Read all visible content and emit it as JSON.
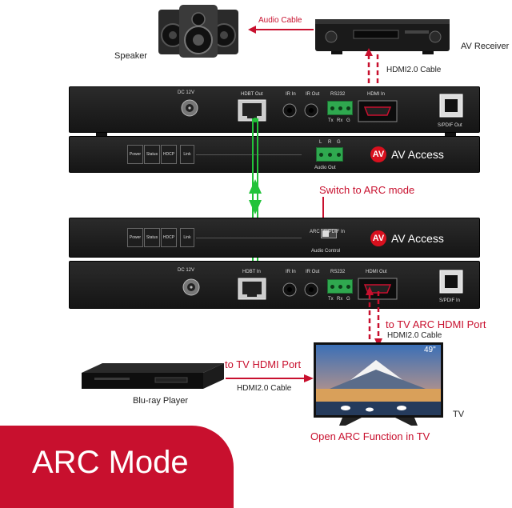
{
  "title": "ARC Mode",
  "devices": {
    "speaker": "Speaker",
    "av_receiver": "AV Receiver",
    "bluray": "Blu-ray Player",
    "tv": "TV",
    "tv_size": "49\""
  },
  "cables": {
    "audio_cable": "Audio Cable",
    "hdmi_top": "HDMI2.0 Cable",
    "hdmi_tv": "HDMI2.0 Cable",
    "hdmi_bluray": "HDMI2.0 Cable"
  },
  "annotations": {
    "switch_arc": "Switch to ARC mode",
    "to_tv_arc": "to TV ARC HDMI Port",
    "to_tv_hdmi": "to TV HDMI Port",
    "open_arc": "Open ARC Function in TV"
  },
  "transmitter_rear": {
    "dc": "DC 12V",
    "hdbt": "HDBT Out",
    "ir_in": "IR In",
    "ir_out": "IR Out",
    "rs232": "RS232",
    "rs232_pins": [
      "Tx",
      "Rx",
      "G"
    ],
    "hdmi": "HDMI In",
    "spdif": "S/PDIF Out"
  },
  "transmitter_front": {
    "buttons": [
      "Power",
      "Status",
      "HDCP",
      "Link"
    ],
    "audio_pins": [
      "L",
      "R",
      "G"
    ],
    "audio_out": "Audio Out",
    "brand": "AV Access",
    "brand_mark": "AV"
  },
  "receiver_front": {
    "buttons": [
      "Power",
      "Status",
      "HDCP",
      "Link"
    ],
    "switch_left": "ARC",
    "switch_right": "S/PDIF In",
    "audio_control": "Audio Control",
    "brand": "AV Access",
    "brand_mark": "AV"
  },
  "receiver_rear": {
    "dc": "DC 12V",
    "hdbt": "HDBT In",
    "ir_in": "IR In",
    "ir_out": "IR Out",
    "rs232": "RS232",
    "rs232_pins": [
      "Tx",
      "Rx",
      "G"
    ],
    "hdmi": "HDMI Out",
    "spdif": "S/PDIF In"
  },
  "colors": {
    "accent_red": "#c8102e",
    "link_green": "#22c33a",
    "panel_dark": "#1c1c1c"
  }
}
